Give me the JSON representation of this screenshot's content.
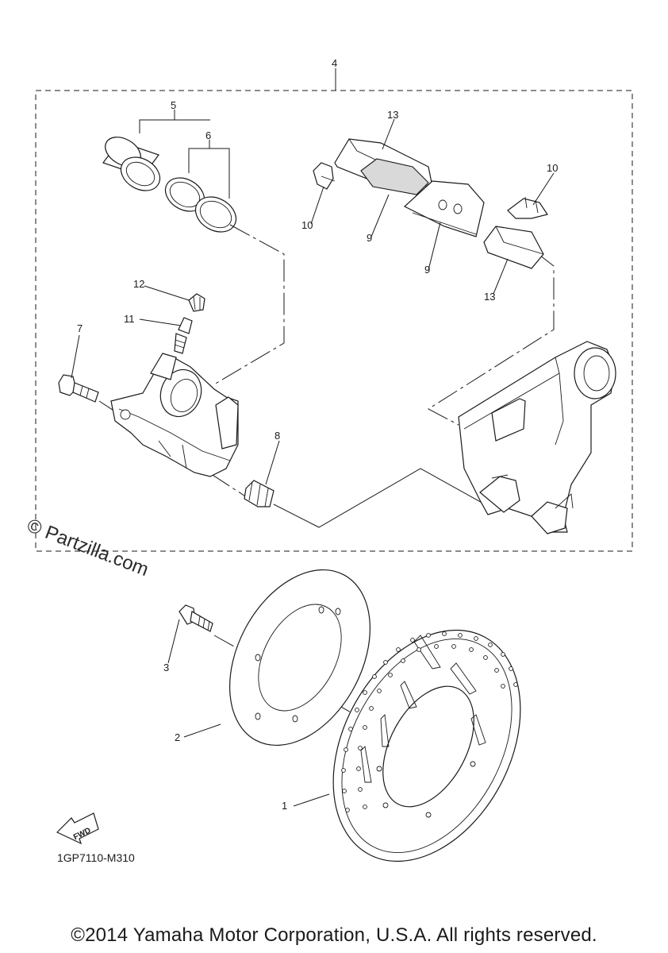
{
  "diagram": {
    "code": "1GP7110-M310",
    "copyright": "©2014 Yamaha Motor Corporation, U.S.A. All rights reserved.",
    "watermark": "© Partzilla.com",
    "fwd_label": "FWD"
  },
  "callouts": {
    "c1": "1",
    "c2": "2",
    "c3": "3",
    "c4": "4",
    "c5": "5",
    "c6": "6",
    "c7": "7",
    "c8": "8",
    "c9a": "9",
    "c9b": "9",
    "c10a": "10",
    "c10b": "10",
    "c11": "11",
    "c12": "12",
    "c13a": "13",
    "c13b": "13"
  }
}
